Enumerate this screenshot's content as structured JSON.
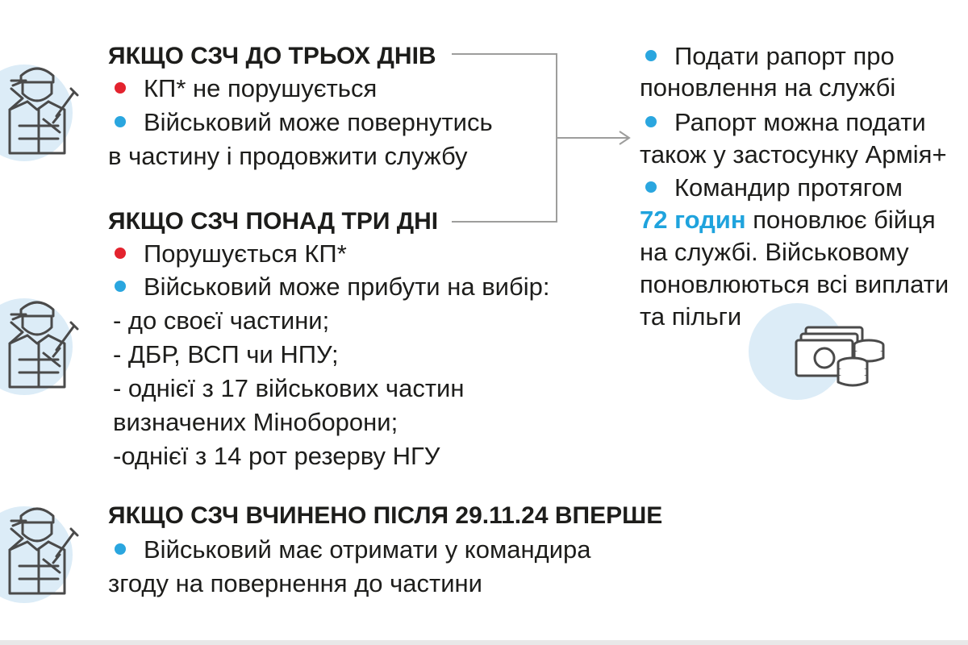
{
  "colors": {
    "text": "#1d1d1b",
    "accent": "#1fa3dd",
    "bullet_red": "#e3232e",
    "bullet_blue": "#2aa6df",
    "circle": "#dcecf7",
    "connector": "#9d9d9c"
  },
  "icons": [
    "soldier-salute-icon",
    "money-coins-icon"
  ],
  "block1": {
    "title": "ЯКЩО СЗЧ ДО ТРЬОХ ДНІВ",
    "items": [
      {
        "bullet": "red",
        "text": "КП* не порушується"
      },
      {
        "bullet": "blue",
        "text": "Військовий може повернутись"
      }
    ],
    "continuation": "в частину і продовжити службу"
  },
  "block2": {
    "title": "ЯКЩО СЗЧ ПОНАД ТРИ ДНІ",
    "items": [
      {
        "bullet": "red",
        "text": "Порушується КП*"
      },
      {
        "bullet": "blue",
        "text": "Військовий може прибути на вибір:"
      }
    ],
    "options": [
      "- до своєї частини;",
      "- ДБР, ВСП  чи  НПУ;",
      "- однієї з 17 військових частин",
      "визначених Міноборони;",
      "-однієї з 14 рот резерву НГУ"
    ]
  },
  "block3": {
    "title": "ЯКЩО СЗЧ ВЧИНЕНО ПІСЛЯ 29.11.24 ВПЕРШЕ",
    "items": [
      {
        "bullet": "blue",
        "text": "Військовий має отримати у командира"
      }
    ],
    "continuation": "згоду на повернення до частини"
  },
  "result": {
    "item1_line1": "Подати рапорт про",
    "item1_line2": "поновлення на службі",
    "item2_line1": "Рапорт можна подати",
    "item2_line2": "також у застосунку Армія+",
    "item3_line1": "Командир протягом",
    "item3_highlight": "72 годин",
    "item3_line2_rest": " поновлює бійця",
    "item3_line3": "на службі. Військовому",
    "item3_line4": "поновлюються всі виплати",
    "item3_line5": "та пільги"
  }
}
